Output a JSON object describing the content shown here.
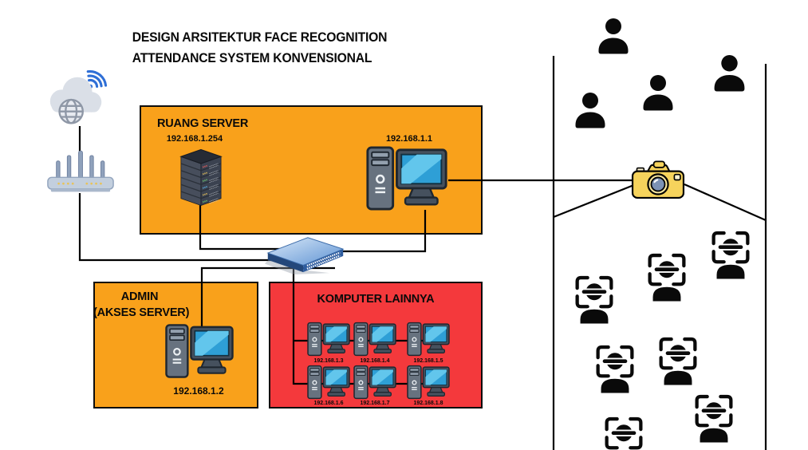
{
  "title": {
    "line1": "DESIGN ARSITEKTUR FACE RECOGNITION",
    "line2": "ATTENDANCE SYSTEM KONVENSIONAL"
  },
  "internet": {
    "cloud_icon": "internet-cloud-globe-icon",
    "wifi_icon": "wifi-signal-icon",
    "router_icon": "router-icon"
  },
  "server_room": {
    "label": "RUANG SERVER",
    "server_rack_ip": "192.168.1.254",
    "server_pc_ip": "192.168.1.1"
  },
  "network": {
    "switch_icon": "network-switch-icon"
  },
  "admin": {
    "label_line1": "ADMIN",
    "label_line2": "(AKSES SERVER)",
    "pc_ip": "192.168.1.2"
  },
  "other_computers": {
    "label": "KOMPUTER LAINNYA",
    "ips": [
      "192.168.1.3",
      "192.168.1.4",
      "192.168.1.5",
      "192.168.1.6",
      "192.168.1.7",
      "192.168.1.8"
    ]
  },
  "attendance_area": {
    "camera_icon": "camera-icon",
    "plain_people_count": 4,
    "scanned_people_count": 7
  },
  "colors": {
    "orange": "#F9A11B",
    "red": "#F4393C",
    "wire": "#000000"
  }
}
